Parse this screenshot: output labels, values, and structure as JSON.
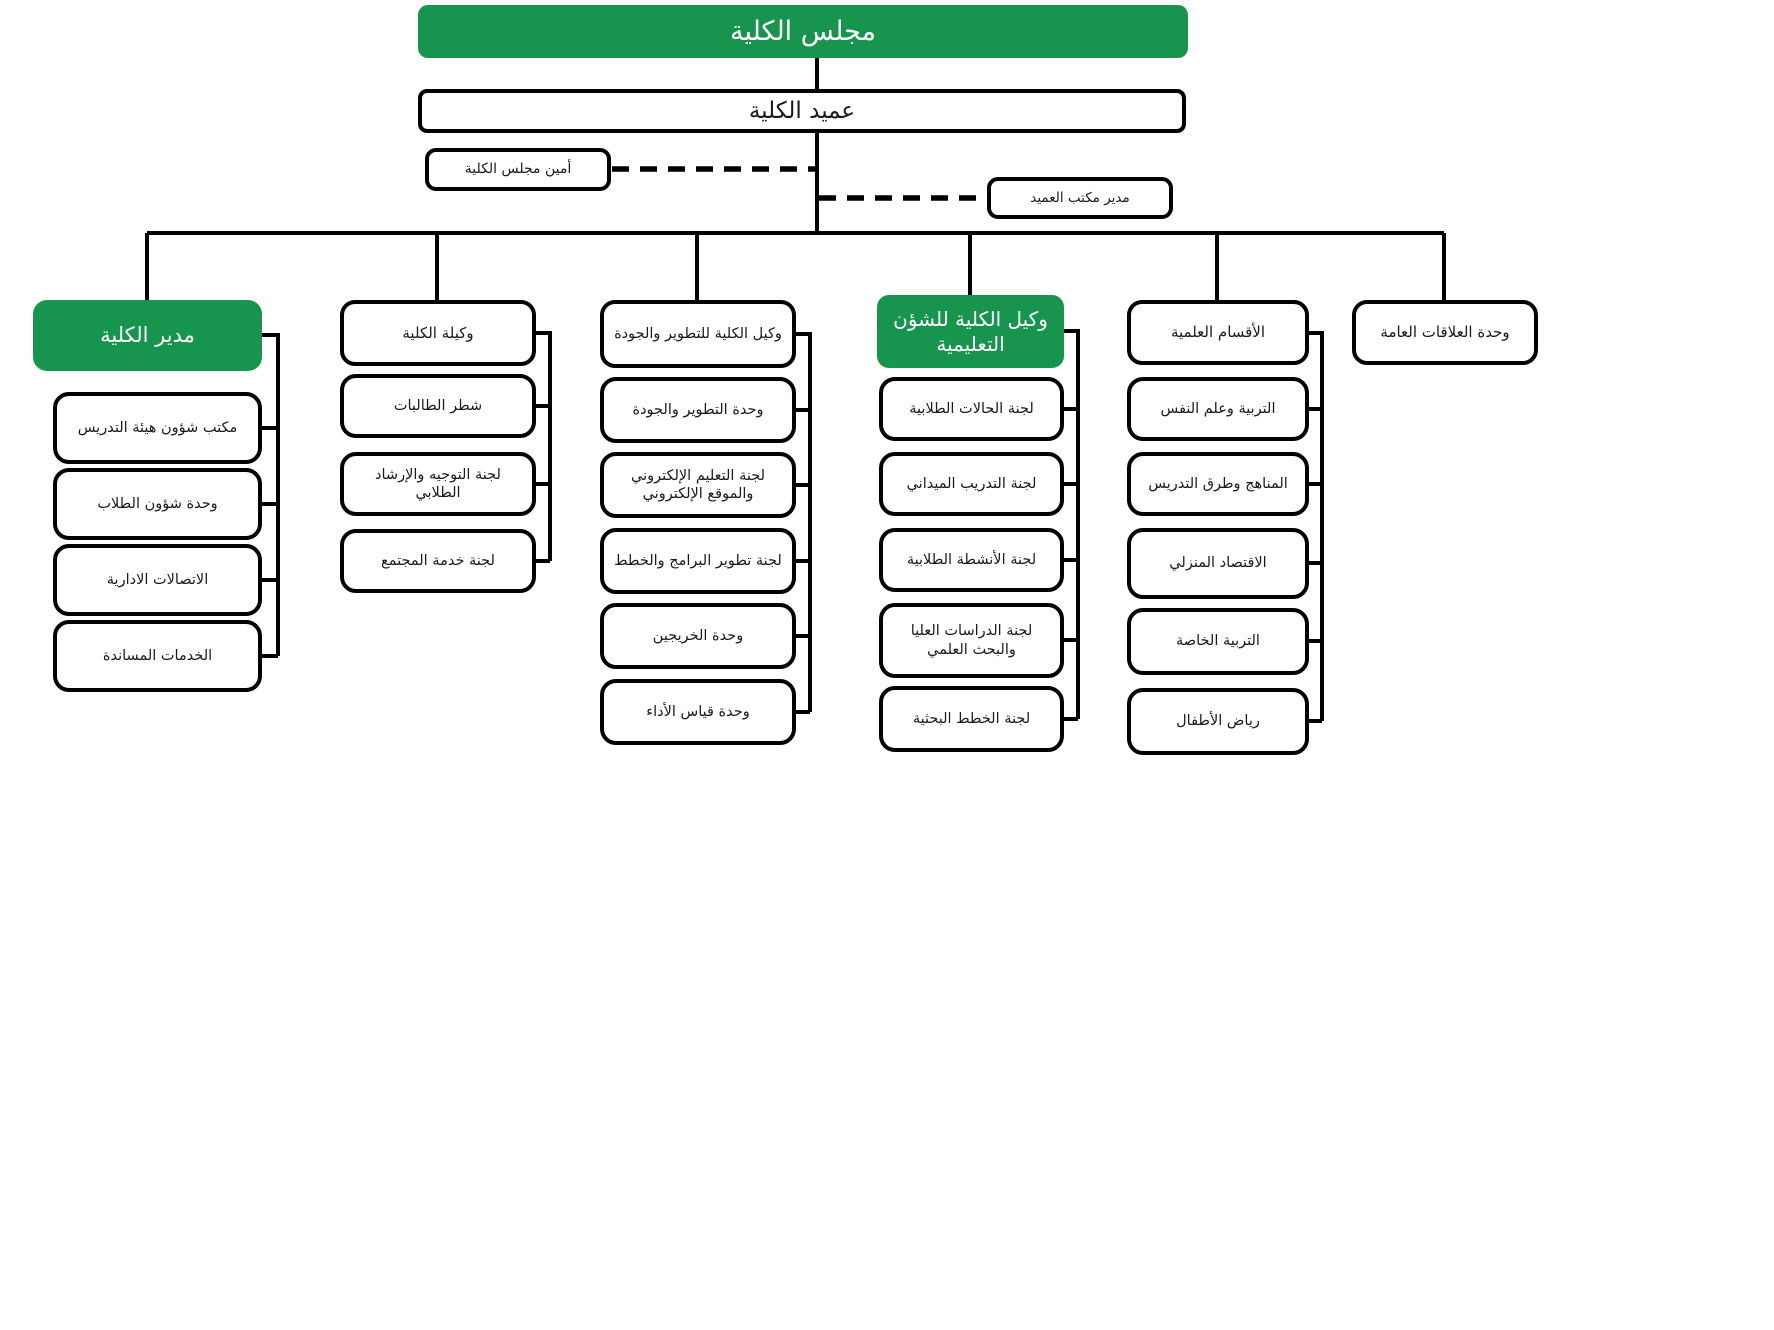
{
  "accent_green": "#17954E",
  "root": {
    "label": "مجلس الكلية"
  },
  "dean": {
    "label": "عميد الكلية"
  },
  "council_secretary": {
    "label": "أمين مجلس الكلية"
  },
  "dean_office_manager": {
    "label": "مدير مكتب العميد"
  },
  "columns": [
    {
      "header": {
        "label": "مدير الكلية",
        "green": true
      },
      "children": [
        "مكتب شؤون هيئة التدريس",
        "وحدة شؤون الطلاب",
        "الاتصالات الادارية",
        "الخدمات المساندة"
      ]
    },
    {
      "header": {
        "label": "وكيلة الكلية",
        "green": false
      },
      "children": [
        "شطر الطالبات",
        "لجنة التوجيه والإرشاد الطلابي",
        "لجنة خدمة المجتمع"
      ]
    },
    {
      "header": {
        "label": "وكيل الكلية للتطوير والجودة",
        "green": false
      },
      "children": [
        "وحدة التطوير والجودة",
        "لجنة التعليم الإلكتروني والموقع الإلكتروني",
        "لجنة تطوير البرامج والخطط",
        "وحدة الخريجين",
        "وحدة قياس الأداء"
      ]
    },
    {
      "header": {
        "label": "وكيل الكلية للشؤن التعليمية",
        "green": true
      },
      "children": [
        "لجنة الحالات الطلابية",
        "لجنة التدريب الميداني",
        "لجنة الأنشطة الطلابية",
        "لجنة الدراسات العليا والبحث العلمي",
        "لجنة الخطط البحثية"
      ]
    },
    {
      "header": {
        "label": "الأقسام العلمية",
        "green": false
      },
      "children": [
        "التربية وعلم النفس",
        "المناهج وطرق التدريس",
        "الاقتصاد المنزلي",
        "التربية الخاصة",
        "رياض الأطفال"
      ]
    },
    {
      "header": {
        "label": "وحدة العلاقات العامة",
        "green": false
      },
      "children": []
    }
  ]
}
